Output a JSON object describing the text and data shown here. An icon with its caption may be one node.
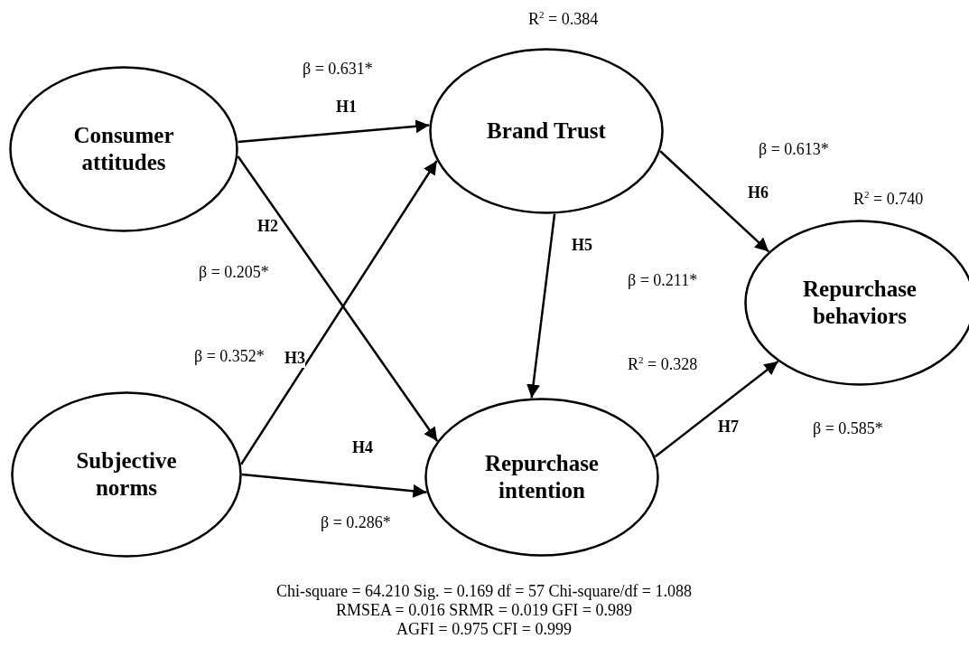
{
  "diagram": {
    "nodes": [
      {
        "text": [
          "Consumer attitudes"
        ]
      },
      {
        "text": [
          "Brand Trust"
        ]
      },
      {
        "text": [
          "Subjective norms"
        ]
      },
      {
        "text": [
          "Repurchase intention"
        ]
      },
      {
        "text": [
          "Repurchase behaviors"
        ]
      }
    ],
    "edges": [
      {
        "from": 0,
        "to": 1,
        "arrow": "to",
        "label": "H1"
      },
      {
        "from": 0,
        "to": 3,
        "arrow": "to",
        "label": "H2"
      },
      {
        "from": 2,
        "to": 1,
        "arrow": "to",
        "label": "H3"
      },
      {
        "from": 2,
        "to": 3,
        "arrow": "to",
        "label": "H4"
      },
      {
        "from": 1,
        "to": 3,
        "arrow": "to",
        "label": "H5"
      },
      {
        "from": 1,
        "to": 4,
        "arrow": "to",
        "label": "H6"
      },
      {
        "from": 3,
        "to": 4,
        "arrow": "to",
        "label": "H7"
      }
    ],
    "labels": [
      "R$^{2}$ = 0.384",
      "β = 0.631*",
      "β = 0.613*",
      "R$^{2}$ = 0.740",
      "β = 0.205*",
      "β = 0.211*",
      "β = 0.352*",
      "R$^{2}$ = 0.328",
      "β = 0.585*",
      "β = 0.286*",
      "Chi-square = 64.210 Sig. = 0.169 df = 57 Chi-square/df = 1.088",
      "RMSEA = 0.016 SRMR = 0.019 GFI = 0.989",
      "AGFI = 0.975 CFI = 0.999"
    ]
  }
}
